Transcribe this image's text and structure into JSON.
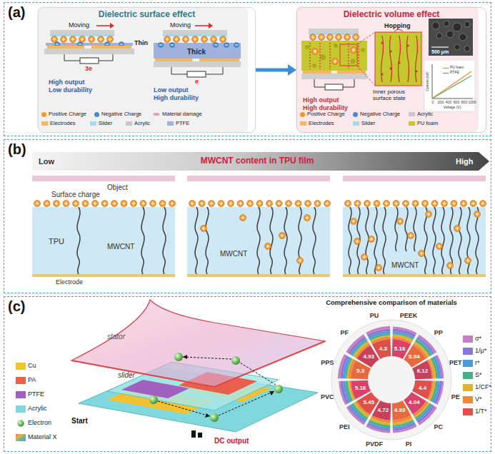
{
  "diagram": {
    "nodes": [
      {
        "text": [
          "(a)"
        ]
      },
      {
        "text": [
          "Dielectric surface effect"
        ],
        "in": 0
      },
      {
        "text": [
          "Dielectric volume effect"
        ],
        "in": 0
      },
      {
        "text": [
          "(b)"
        ]
      },
      {
        "text": [
          "(c)"
        ]
      }
    ],
    "edges": [
      {
        "from": 1,
        "to": 2,
        "arrow": "to"
      }
    ],
    "labels": [
      "Moving",
      "Thin",
      "3e",
      "High output",
      "Low durability",
      "Moving",
      "Thick",
      "e",
      "Low output",
      "High durability",
      "Hopping",
      "Inner porous surface state",
      "500 μm",
      "PU foam",
      "PTFE",
      "Current (nA)",
      "Voltage (V)",
      "0",
      "200",
      "400",
      "600",
      "800",
      "1000",
      "High output",
      "High durability",
      "Low",
      "MWCNT content in TPU film",
      "High",
      "Object",
      "Surface charge",
      "TPU",
      "MWCNT",
      "Electrode",
      "MWCNT",
      "MWCNT",
      "stator",
      "slider",
      "Start",
      "DC output",
      "Comprehensive comparison of materials",
      "PU",
      "PEEK",
      "PP",
      "PET",
      "PE",
      "PC",
      "PI",
      "PVDF",
      "PEI",
      "PVC",
      "PPS",
      "PF",
      "4.3",
      "5.16",
      "5.84",
      "6.12",
      "4.4",
      "4.04",
      "4.93",
      "4.72",
      "5.45",
      "5.16",
      "5.3",
      "4.93"
    ],
    "legend": [
      {
        "text": "Positive Charge",
        "color": "#f29a2e"
      },
      {
        "text": "Negative Charge",
        "color": "#4a8ad0"
      },
      {
        "text": "Material damage"
      },
      {
        "text": "Electrodes",
        "color": "#f4b860"
      },
      {
        "text": "Slider",
        "color": "#a8d8ec"
      },
      {
        "text": "Acrylic",
        "color": "#c8c8c8"
      },
      {
        "text": "PTFE",
        "color": "#9fb2dc"
      },
      {
        "text": "Positive Charge",
        "color": "#f29a2e"
      },
      {
        "text": "Negative Charge",
        "color": "#4a8ad0"
      },
      {
        "text": "Acrylic",
        "color": "#c8c8c8"
      },
      {
        "text": "Electrodes",
        "color": "#f4b860"
      },
      {
        "text": "Slider",
        "color": "#a8d8ec"
      },
      {
        "text": "PU foam",
        "color": "#c6c830"
      },
      {
        "text": "Cu",
        "color": "#f2c230"
      },
      {
        "text": "PA",
        "color": "#e8604c"
      },
      {
        "text": "PTFE",
        "color": "#a060c0"
      },
      {
        "text": "Acrylic",
        "color": "#80d8dc"
      },
      {
        "text": "Electron"
      },
      {
        "text": "Material X"
      },
      {
        "text": "σ*",
        "color": "#c77fc4"
      },
      {
        "text": "1/μ*",
        "color": "#8a76d6"
      },
      {
        "text": "r*",
        "color": "#4f9bd8"
      },
      {
        "text": "S*",
        "color": "#45b08a"
      },
      {
        "text": "1/CF*",
        "color": "#dcb22e"
      },
      {
        "text": "V*",
        "color": "#ec8a3a"
      },
      {
        "text": "1/T*",
        "color": "#e0504a"
      }
    ]
  }
}
